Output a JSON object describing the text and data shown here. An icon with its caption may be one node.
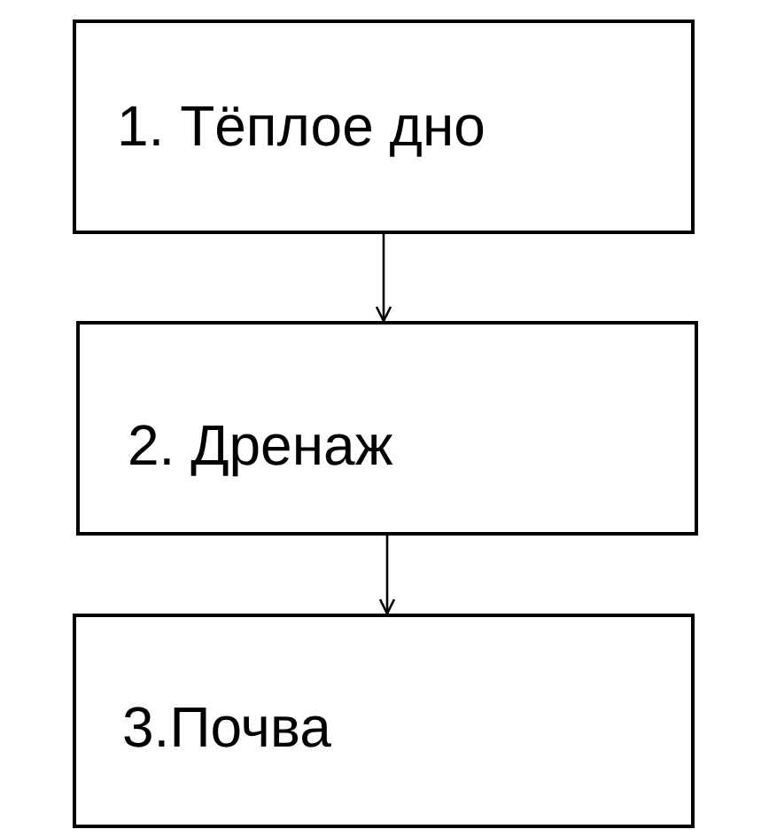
{
  "diagram": {
    "nodes": [
      {
        "text": [
          "1. Тёплое дно"
        ]
      },
      {
        "text": [
          "2. Дренаж"
        ]
      },
      {
        "text": [
          "3.Почва"
        ]
      }
    ],
    "edges": [
      {
        "from": 0,
        "to": 1,
        "arrow": "to"
      },
      {
        "from": 1,
        "to": 2,
        "arrow": "to"
      }
    ]
  }
}
